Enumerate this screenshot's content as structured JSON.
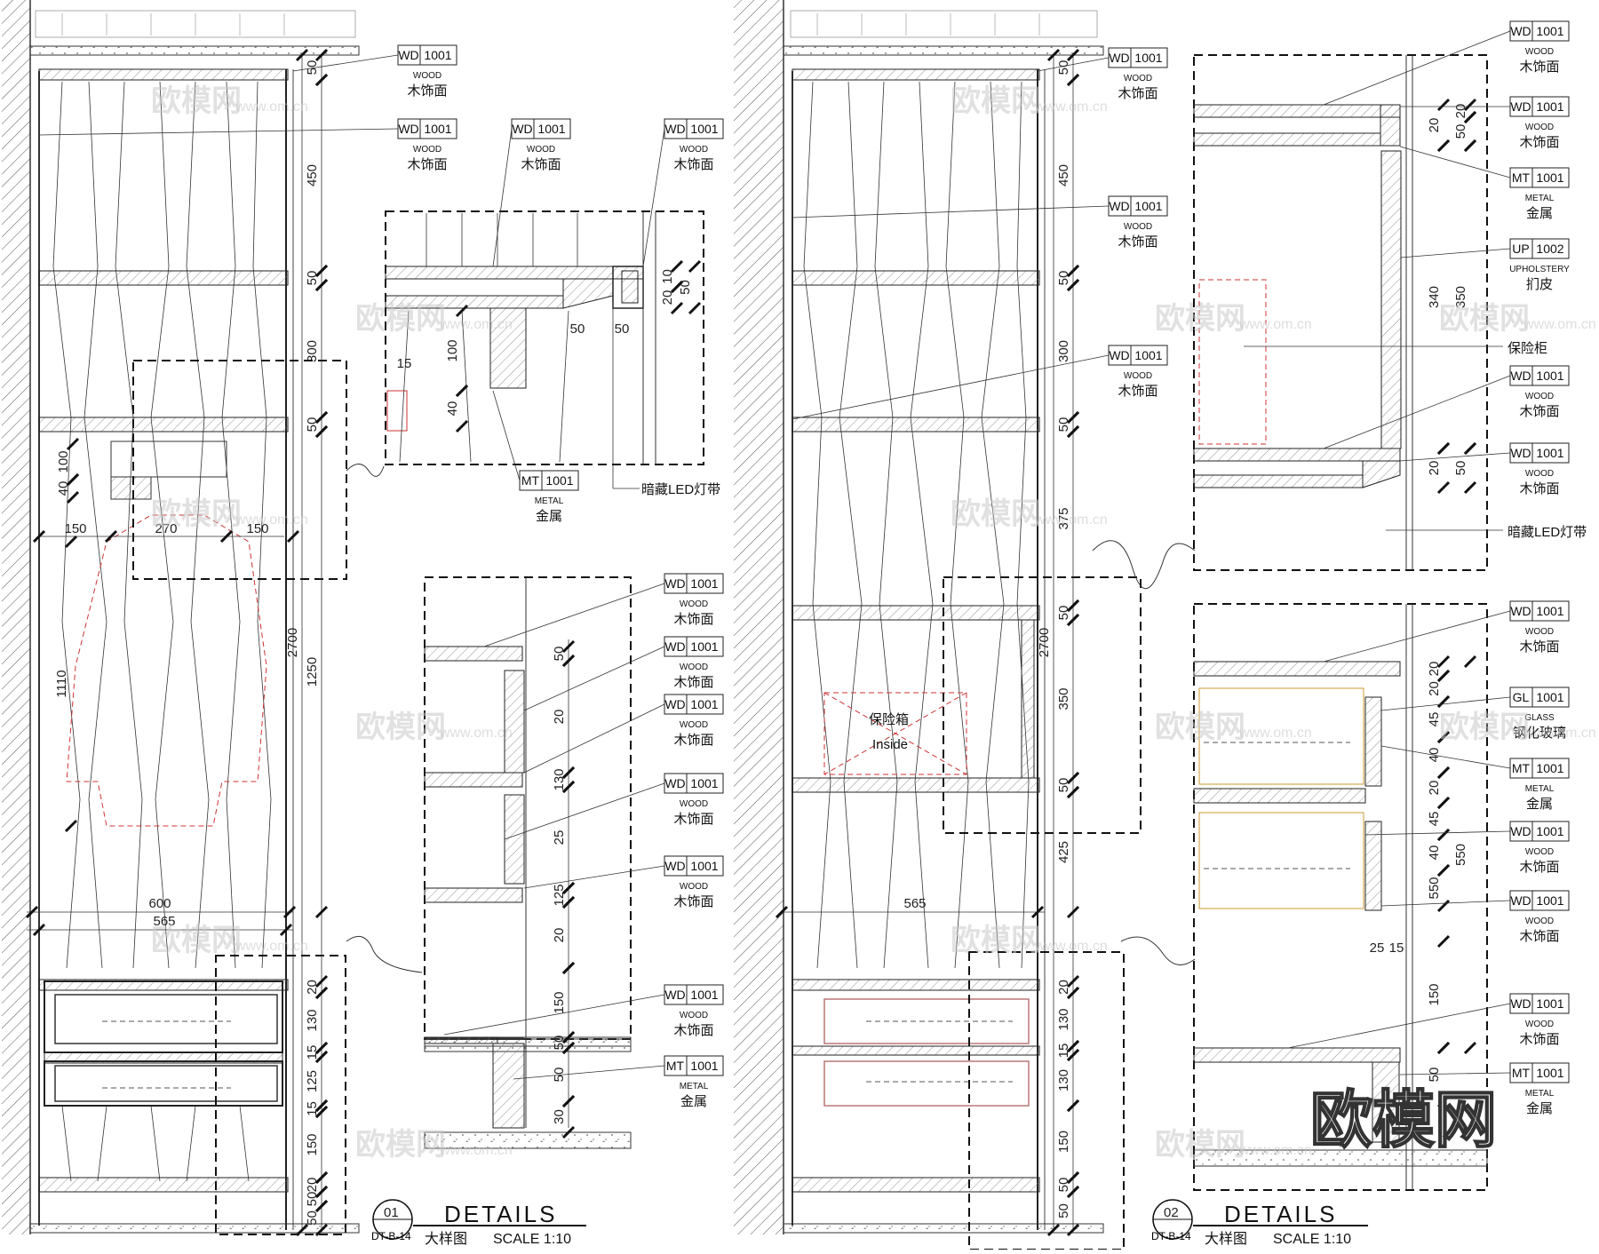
{
  "title_blocks": [
    {
      "num": "01",
      "ref": "DT-B-14",
      "heading": "DETAILS",
      "cn": "大样图",
      "scale": "SCALE  1:10"
    },
    {
      "num": "02",
      "ref": "DT-B-14",
      "heading": "DETAILS",
      "cn": "大样图",
      "scale": "SCALE  1:10"
    }
  ],
  "materials": {
    "wood": {
      "code": "WD",
      "num": "1001",
      "en": "WOOD",
      "cn": "木饰面"
    },
    "metal": {
      "code": "MT",
      "num": "1001",
      "en": "METAL",
      "cn": "金属"
    },
    "upholstery": {
      "code": "UP",
      "num": "1002",
      "en": "UPHOLSTERY",
      "cn": "扪皮"
    },
    "glass": {
      "code": "GL",
      "num": "1001",
      "en": "GLASS",
      "cn": "钢化玻璃"
    }
  },
  "notes": {
    "led": "暗藏LED灯带",
    "safe_cabinet": "保险柜",
    "safe_box": "保险箱",
    "inside": "Inside"
  },
  "dims_left_vertical": [
    "50",
    "450",
    "50",
    "300",
    "50",
    "1250",
    "2700",
    "20",
    "130",
    "15",
    "125",
    "15",
    "150",
    "20",
    "50",
    "50"
  ],
  "dims_left_horizontal": [
    "150",
    "270",
    "150",
    "600",
    "565",
    "1110",
    "100",
    "40"
  ],
  "dims_left_detail": [
    "15",
    "100",
    "40",
    "50",
    "50",
    "50",
    "10",
    "20",
    "50",
    "20",
    "130",
    "25",
    "125",
    "20",
    "150",
    "50",
    "50",
    "30"
  ],
  "dims_right_vertical": [
    "50",
    "450",
    "50",
    "300",
    "50",
    "375",
    "50",
    "350",
    "50",
    "2700",
    "425",
    "20",
    "130",
    "15",
    "130",
    "150",
    "50",
    "50"
  ],
  "dims_right_horizontal": [
    "565"
  ],
  "dims_right_detail": [
    "20",
    "50",
    "20",
    "340",
    "350",
    "20",
    "50",
    "20",
    "20",
    "45",
    "40",
    "20",
    "45",
    "40",
    "550",
    "25",
    "15",
    "150",
    "50"
  ],
  "watermark": {
    "cn": "欧模网",
    "url": "www.om.cn",
    "big": "欧模网"
  }
}
